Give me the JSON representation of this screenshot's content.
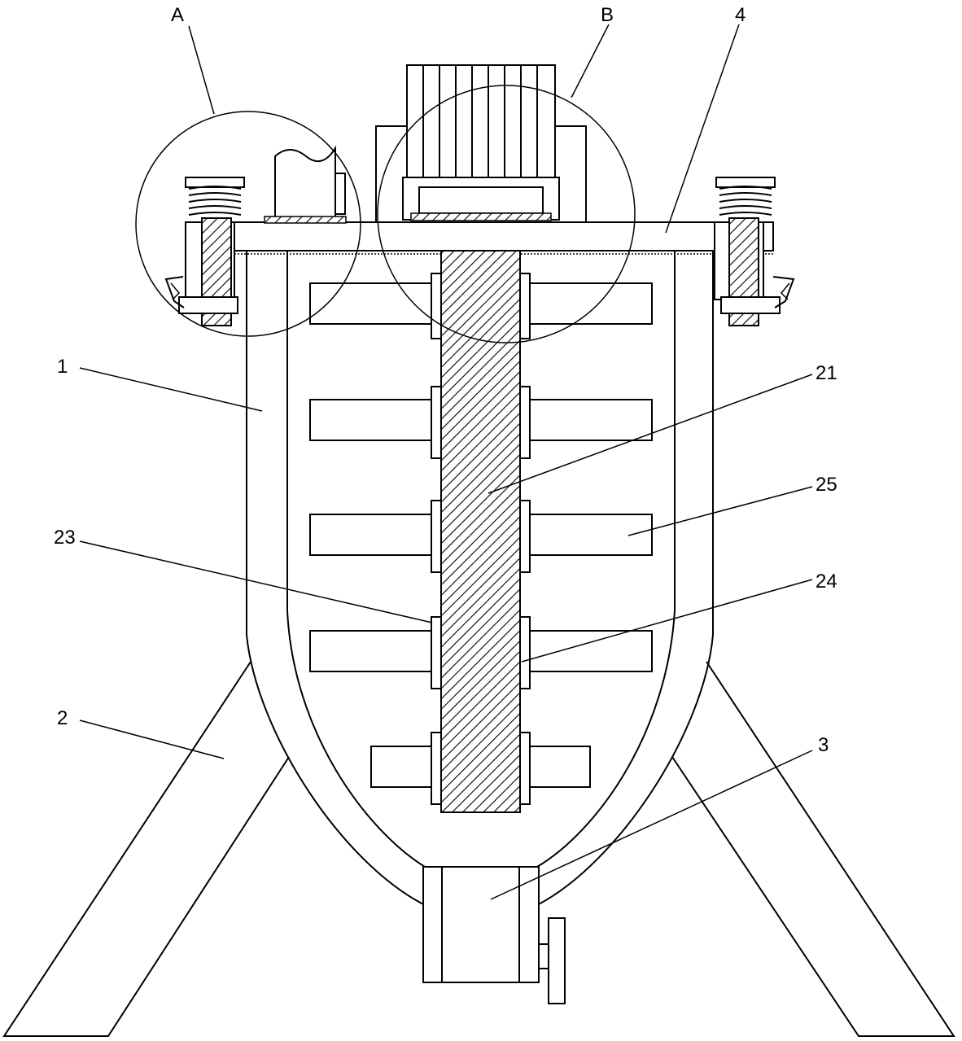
{
  "labels": {
    "A": "A",
    "B": "B",
    "n4": "4",
    "n1": "1",
    "n21": "21",
    "n25": "25",
    "n23": "23",
    "n24": "24",
    "n2": "2",
    "n3": "3"
  }
}
